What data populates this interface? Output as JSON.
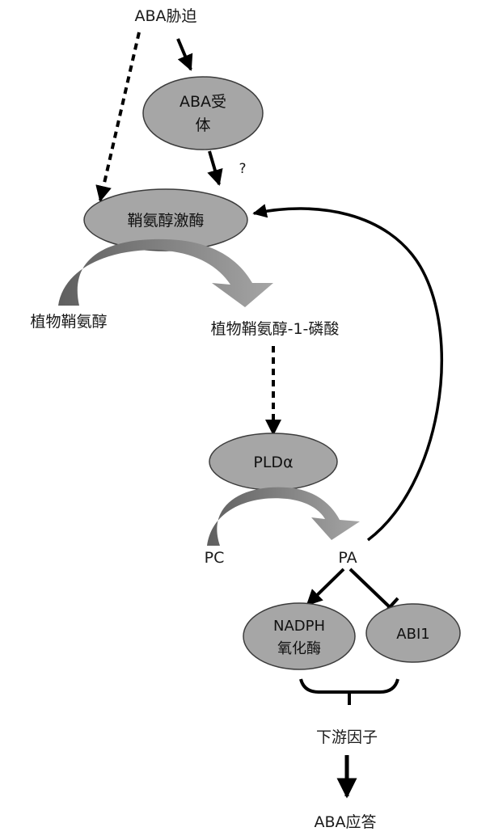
{
  "labels": {
    "aba_stress": "ABA胁迫",
    "question_mark": "?",
    "phytosphingosine": "植物鞘氨醇",
    "phytosphingosine_1p": "植物鞘氨醇-1-磷酸",
    "pc": "PC",
    "pa": "PA",
    "downstream": "下游因子",
    "aba_response": "ABA应答"
  },
  "nodes": {
    "aba_receptor": {
      "line1": "ABA受",
      "line2": "体"
    },
    "sphingosine_kinase": "鞘氨醇激酶",
    "pld_alpha": "PLDα",
    "nadph_oxidase": {
      "line1": "NADPH",
      "line2": "氧化酶"
    },
    "abi1": "ABI1"
  },
  "colors": {
    "node_fill": "#a6a6a6",
    "node_stroke": "#3c3c3c",
    "curved_arrow": "#6f6f6f",
    "line": "#000000"
  }
}
